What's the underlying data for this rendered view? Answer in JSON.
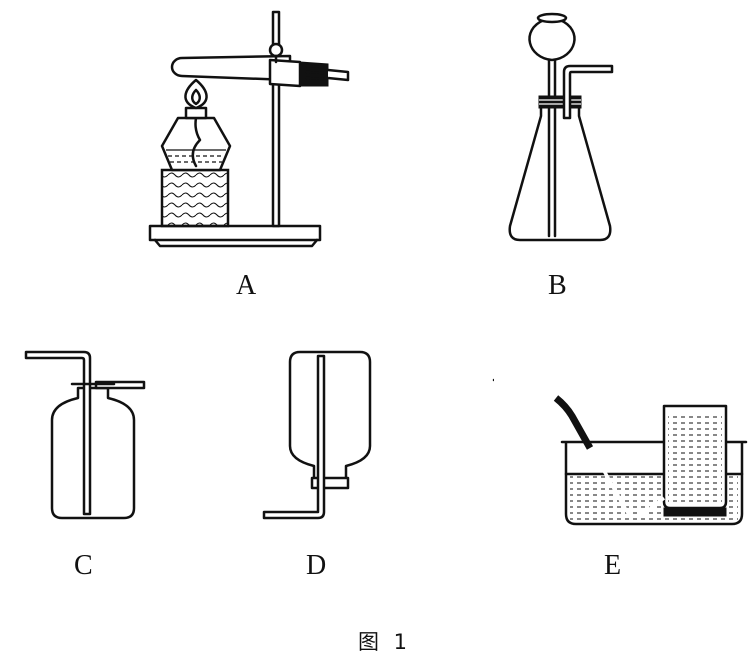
{
  "labels": {
    "a": "A",
    "b": "B",
    "c": "C",
    "d": "D",
    "e": "E"
  },
  "caption": "图 1"
}
